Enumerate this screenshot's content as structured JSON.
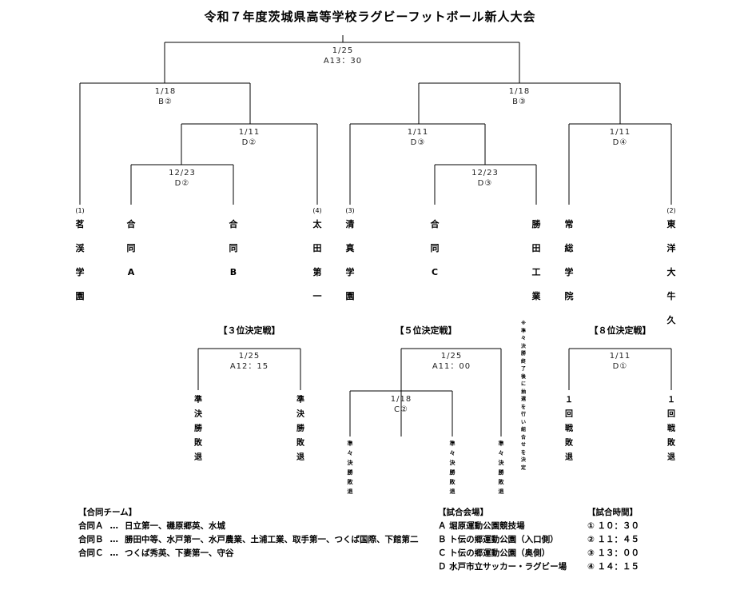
{
  "title": "令和７年度茨城県高等学校ラグビーフットボール新人大会",
  "final": {
    "date": "1/25",
    "venue": "A13：30"
  },
  "semis": [
    {
      "date": "1/18",
      "venue": "B②"
    },
    {
      "date": "1/18",
      "venue": "B③"
    }
  ],
  "quarters": [
    {
      "date": "1/11",
      "venue": "D②"
    },
    {
      "date": "1/11",
      "venue": "D③"
    },
    {
      "date": "1/11",
      "venue": "D④"
    }
  ],
  "first_round": [
    {
      "date": "12/23",
      "venue": "D②"
    },
    {
      "date": "12/23",
      "venue": "D③"
    }
  ],
  "seeds": [
    "(1)",
    "(4)",
    "(3)",
    "(2)"
  ],
  "teams": [
    {
      "name": "茗渓学園"
    },
    {
      "name": "合同A"
    },
    {
      "name": "合同B"
    },
    {
      "name": "太田第一"
    },
    {
      "name": "清真学園"
    },
    {
      "name": "合同C"
    },
    {
      "name": "勝田工業"
    },
    {
      "name": "常総学院"
    },
    {
      "name": "東洋大牛久"
    }
  ],
  "third_place": {
    "title": "【３位決定戦】",
    "date": "1/25",
    "venue": "A12：15",
    "left": "準決勝敗退",
    "right": "準決勝敗退"
  },
  "fifth_place": {
    "title": "【５位決定戦】",
    "date": "1/25",
    "venue": "A11：00",
    "sub_date": "1/18",
    "sub_venue": "C②",
    "slots": [
      "準々決勝敗退",
      "準々決勝敗退",
      "準々決勝敗退"
    ],
    "note": "※準々決勝終了後に抽選を行い組合せを決定"
  },
  "eighth_place": {
    "title": "【８位決定戦】",
    "date": "1/11",
    "venue": "D①",
    "left": "１回戦敗退",
    "right": "１回戦敗退"
  },
  "joint_teams": {
    "heading": "【合同チーム】",
    "rows": [
      {
        "label": "合同Ａ",
        "dots": "…",
        "members": "日立第一、磯原郷英、水城"
      },
      {
        "label": "合同Ｂ",
        "dots": "…",
        "members": "勝田中等、水戸第一、水戸農業、土浦工業、取手第一、つくば国際、下館第二"
      },
      {
        "label": "合同Ｃ",
        "dots": "…",
        "members": "つくば秀英、下妻第一、守谷"
      }
    ]
  },
  "venues": {
    "heading": "【試合会場】",
    "rows": [
      {
        "code": "Ａ",
        "name": "堀原運動公園競技場"
      },
      {
        "code": "Ｂ",
        "name": "ト伝の郷運動公園（入口側）"
      },
      {
        "code": "Ｃ",
        "name": "ト伝の郷運動公園（奥側）"
      },
      {
        "code": "Ｄ",
        "name": "水戸市立サッカー・ラグビー場"
      }
    ]
  },
  "times": {
    "heading": "【試合時間】",
    "rows": [
      {
        "mark": "①",
        "time": "１０：３０"
      },
      {
        "mark": "②",
        "time": "１１：４５"
      },
      {
        "mark": "③",
        "time": "１３：００"
      },
      {
        "mark": "④",
        "time": "１４：１５"
      }
    ]
  }
}
